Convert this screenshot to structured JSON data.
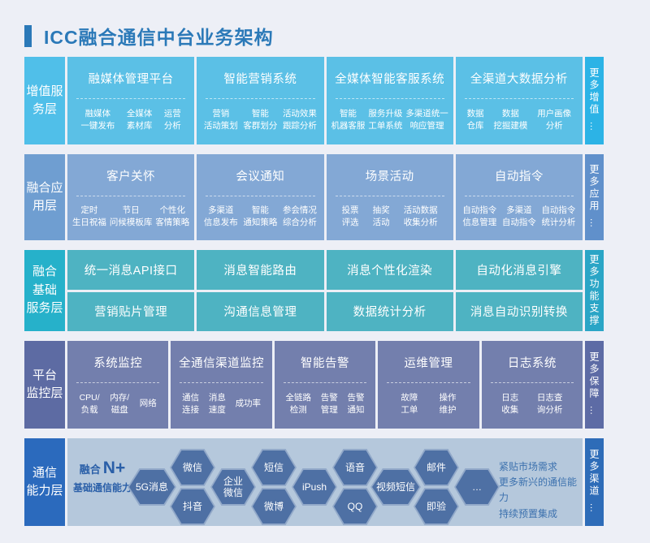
{
  "title": {
    "text": "ICC融合通信中台业务架构"
  },
  "palette": {
    "page_bg": "#edeff6",
    "title_blue": "#2b79b8",
    "layer1": {
      "label": "#50bfe9",
      "block": "#5bc0e6",
      "more": "#2cb3e6"
    },
    "layer2": {
      "label": "#6f9ed1",
      "block": "#83a8d5",
      "more": "#6090cb"
    },
    "layer3": {
      "label": "#26b1ca",
      "block": "#4eb3c2",
      "more": "#2aa5c6"
    },
    "layer4": {
      "label": "#5d6ba3",
      "block": "#737fad",
      "more": "#5d6ba5"
    },
    "layer5": {
      "label": "#2b6abd",
      "canvas": "#b5c8dc",
      "more": "#2e6cb8",
      "hex_fill": "#4e70a4",
      "hex_border": "#92a9c9",
      "text_blue": "#2a5fa8"
    }
  },
  "layers": {
    "l1": {
      "label": "增值服\n务层",
      "more": "更多增值 …",
      "blocks": [
        {
          "title": "融媒体管理平台",
          "items": [
            "融媒体\n一键发布",
            "全媒体\n素材库",
            "运营\n分析"
          ]
        },
        {
          "title": "智能营销系统",
          "items": [
            "营销\n活动策划",
            "智能\n客群划分",
            "活动效果\n跟踪分析"
          ]
        },
        {
          "title": "全媒体智能客服系统",
          "items": [
            "智能\n机器客服",
            "服务升级\n工单系统",
            "多渠道统一\n响应管理"
          ]
        },
        {
          "title": "全渠道大数据分析",
          "items": [
            "数据\n仓库",
            "数据\n挖掘建模",
            "用户画像\n分析"
          ]
        }
      ]
    },
    "l2": {
      "label": "融合应\n用层",
      "more": "更多应用 …",
      "blocks": [
        {
          "title": "客户关怀",
          "items": [
            "定时\n生日祝福",
            "节日\n问候模板库",
            "个性化\n客情策略"
          ]
        },
        {
          "title": "会议通知",
          "items": [
            "多渠道\n信息发布",
            "智能\n通知策略",
            "参会情况\n综合分析"
          ]
        },
        {
          "title": "场景活动",
          "items": [
            "投票\n评选",
            "抽奖\n活动",
            "活动数据\n收集分析"
          ]
        },
        {
          "title": "自动指令",
          "items": [
            "自动指令\n信息管理",
            "多渠道\n自动指令",
            "自动指令\n统计分析"
          ]
        }
      ]
    },
    "l3": {
      "label": "融合\n基础\n服务层",
      "more": "更多功能支撑",
      "row1": [
        "统一消息API接口",
        "消息智能路由",
        "消息个性化渲染",
        "自动化消息引擎"
      ],
      "row2": [
        "营销贴片管理",
        "沟通信息管理",
        "数据统计分析",
        "消息自动识别转换"
      ]
    },
    "l4": {
      "label": "平台\n监控层",
      "more": "更多保障 …",
      "blocks": [
        {
          "title": "系统监控",
          "items": [
            "CPU/\n负载",
            "内存/\n磁盘",
            "网络"
          ]
        },
        {
          "title": "全通信渠道监控",
          "items": [
            "通信\n连接",
            "消息\n速度",
            "成功率"
          ]
        },
        {
          "title": "智能告警",
          "items": [
            "全链路\n检测",
            "告警\n管理",
            "告警\n通知"
          ]
        },
        {
          "title": "运维管理",
          "items": [
            "故障\n工单",
            "操作\n维护"
          ]
        },
        {
          "title": "日志系统",
          "items": [
            "日志\n收集",
            "日志查\n询分析"
          ]
        }
      ]
    },
    "l5": {
      "label": "通信\n能力层",
      "more": "更多渠道 …",
      "fusion": {
        "prefix": "融合",
        "big": "N+",
        "sub": "基础通信能力"
      },
      "hexagons": [
        "5G消息",
        "微信",
        "抖音",
        "企业\n微信",
        "短信",
        "微博",
        "iPush",
        "语音",
        "QQ",
        "视频短信",
        "邮件",
        "即验",
        "…"
      ],
      "note": "紧贴市场需求\n更多新兴的通信能力\n持续预置集成"
    }
  }
}
